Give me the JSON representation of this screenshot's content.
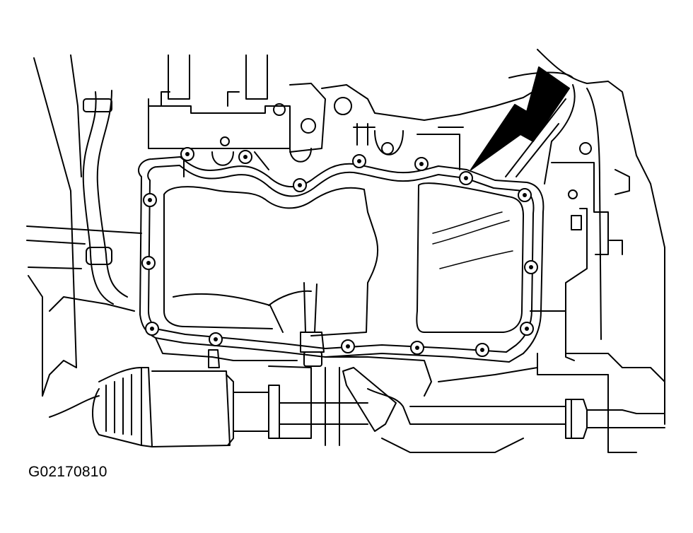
{
  "figure": {
    "code": "G02170810"
  },
  "colors": {
    "line": "#000000",
    "background": "#ffffff"
  },
  "components": [
    "oil-pan",
    "oil-pan-gasket",
    "oil-pan-bolts",
    "indicator-arrow",
    "drive-shaft",
    "cv-boot",
    "hose",
    "transaxle-housing"
  ]
}
